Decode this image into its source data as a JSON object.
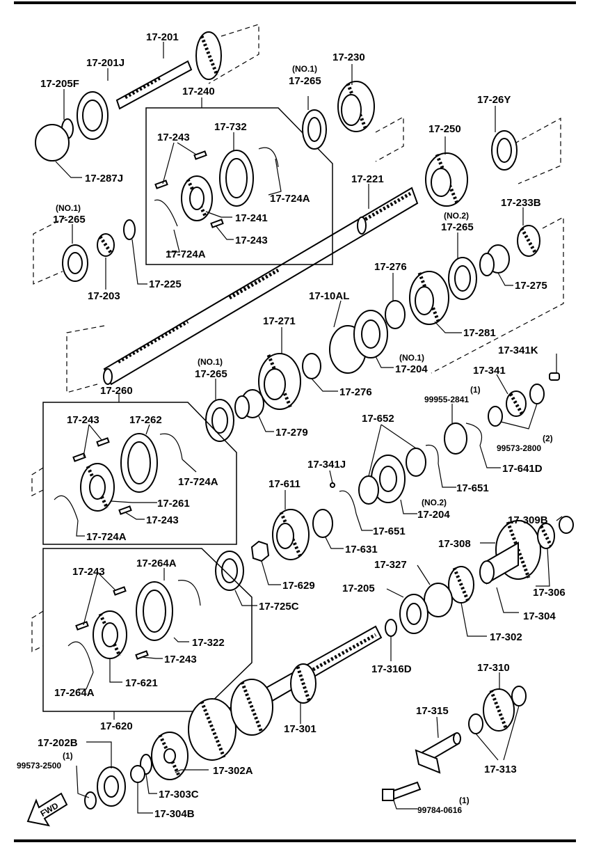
{
  "labels": {
    "p17_201": "17-201",
    "p17_201J": "17-201J",
    "p17_205F": "17-205F",
    "p17_287J": "17-287J",
    "p17_240": "17-240",
    "p17_243_a": "17-243",
    "p17_732": "17-732",
    "p17_724A_a": "17-724A",
    "p17_241": "17-241",
    "p17_243_b": "17-243",
    "p17_724A_b": "17-724A",
    "no1_a": "(NO.1)",
    "p17_265_a": "17-265",
    "p17_230": "17-230",
    "p17_26Y": "17-26Y",
    "p17_250": "17-250",
    "p17_221": "17-221",
    "no1_b": "(NO.1)",
    "p17_265_b": "17-265",
    "p17_203": "17-203",
    "p17_225": "17-225",
    "no2_a": "(NO.2)",
    "p17_265_c": "17-265",
    "p17_233B": "17-233B",
    "p17_275": "17-275",
    "p17_276_a": "17-276",
    "p17_281": "17-281",
    "p17_10AL": "17-10AL",
    "p17_271": "17-271",
    "no1_c": "(NO.1)",
    "p17_204_a": "17-204",
    "no1_d": "(NO.1)",
    "p17_265_d": "17-265",
    "p17_276_b": "17-276",
    "p17_279": "17-279",
    "p17_341K": "17-341K",
    "p17_341": "17-341",
    "one_a": "(1)",
    "p99955_2841": "99955-2841",
    "two_a": "(2)",
    "p99573_2800": "99573-2800",
    "p17_641D": "17-641D",
    "p17_260": "17-260",
    "p17_243_c": "17-243",
    "p17_262": "17-262",
    "p17_724A_c": "17-724A",
    "p17_261": "17-261",
    "p17_243_d": "17-243",
    "p17_724A_d": "17-724A",
    "p17_652": "17-652",
    "p17_341J": "17-341J",
    "p17_651_a": "17-651",
    "no2_b": "(NO.2)",
    "p17_204_b": "17-204",
    "p17_611": "17-611",
    "p17_651_b": "17-651",
    "p17_631": "17-631",
    "p17_629": "17-629",
    "p17_725C": "17-725C",
    "p17_309B": "17-309B",
    "p17_308": "17-308",
    "p17_306": "17-306",
    "p17_327": "17-327",
    "p17_205": "17-205",
    "p17_304": "17-304",
    "p17_302": "17-302",
    "p17_316D": "17-316D",
    "p17_243_e": "17-243",
    "p17_264A_a": "17-264A",
    "p17_322": "17-322",
    "p17_243_f": "17-243",
    "p17_264A_b": "17-264A",
    "p17_621": "17-621",
    "p17_620": "17-620",
    "p17_310": "17-310",
    "p17_315": "17-315",
    "p17_313": "17-313",
    "p17_301": "17-301",
    "p17_202B": "17-202B",
    "one_b": "(1)",
    "p99573_2500": "99573-2500",
    "p17_302A": "17-302A",
    "p17_303C": "17-303C",
    "p17_304B": "17-304B",
    "one_c": "(1)",
    "p99784_0616": "99784-0616",
    "fwd": "FWD"
  },
  "icons": {
    "fwd_arrow": "fwd-arrow-icon"
  }
}
